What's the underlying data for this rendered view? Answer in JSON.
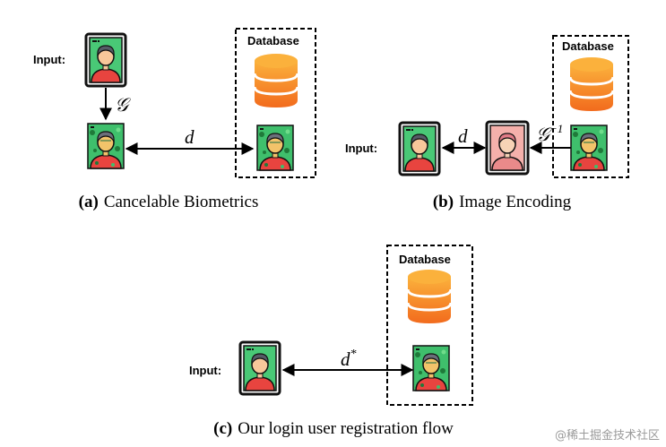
{
  "panel_a": {
    "input_label": "Input:",
    "database_label": "Database",
    "transform_symbol": "𝒢",
    "distance_symbol": "d",
    "caption_tag": "(a)",
    "caption_text": "Cancelable Biometrics"
  },
  "panel_b": {
    "input_label": "Input:",
    "database_label": "Database",
    "distance_symbol": "d",
    "inverse_symbol": "𝒢",
    "inverse_exponent": "−1",
    "caption_tag": "(b)",
    "caption_text": "Image Encoding"
  },
  "panel_c": {
    "input_label": "Input:",
    "database_label": "Database",
    "distance_symbol": "d",
    "distance_superscript": "*",
    "caption_tag": "(c)",
    "caption_text": "Our login user registration flow"
  },
  "watermark": "@稀土掘金技术社区",
  "colors": {
    "portrait_green": "#3fbf6c",
    "shirt_red": "#e8443f",
    "encoded_pink": "#f4b0ab",
    "db_orange": "#f26b1d",
    "db_yellow": "#fbb13c"
  }
}
